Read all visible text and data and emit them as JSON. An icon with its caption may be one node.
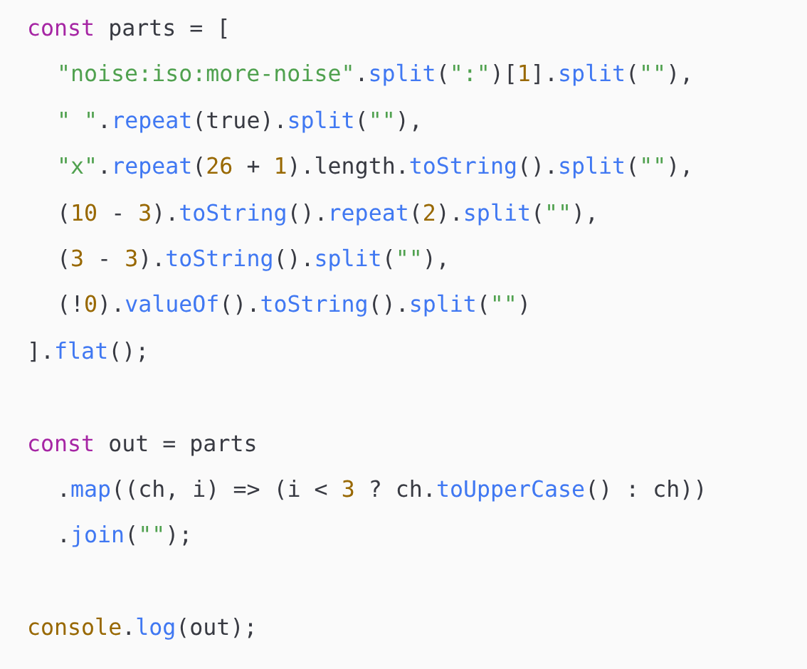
{
  "diagram": {
    "labels": [
      "const parts = [",
      "\"noise:iso:more-noise\".split(\":\")[1].split(\"\"),",
      "\" \".repeat(true).split(\"\"),",
      "\"x\".repeat(26 + 1).length.toString().split(\"\"),",
      "(10 - 3).toString().repeat(2).split(\"\"),",
      "(3 - 3).toString().split(\"\"),",
      "(!0).valueOf().toString().split(\"\")",
      "].flat();",
      "const out = parts",
      ".map((ch, i) => (i < 3 ? ch.toUpperCase() : ch))",
      ".join(\"\");",
      "console.log(out);"
    ]
  }
}
